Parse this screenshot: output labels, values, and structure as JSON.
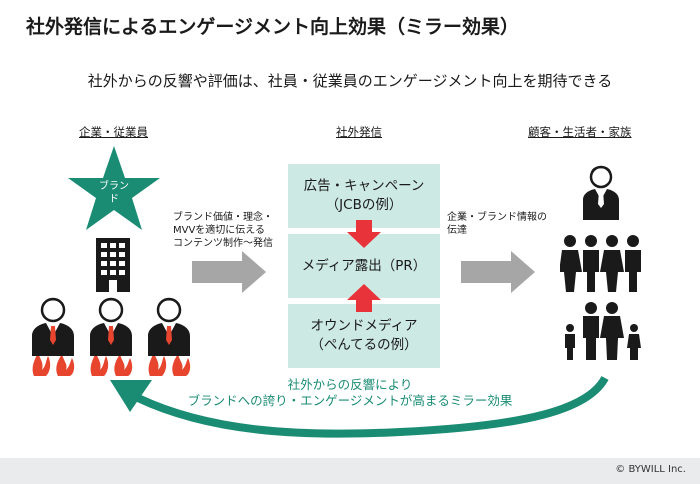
{
  "title": "社外発信によるエンゲージメント向上効果（ミラー効果）",
  "subtitle": "社外からの反響や評価は、社員・従業員のエンゲージメント向上を期待できる",
  "columns": {
    "left": "企業・従業員",
    "center": "社外発信",
    "right": "顧客・生活者・家族"
  },
  "star_label": "ブラン\nド",
  "left_arrow_label": "ブランド価値・理念・\nMVVを適切に伝える\nコンテンツ制作～発信",
  "right_arrow_label": "企業・ブランド情報の\n伝達",
  "boxes": {
    "top": "広告・キャンペーン\n（JCBの例）",
    "middle": "メディア露出（PR）",
    "bottom": "オウンドメディア\n（ぺんてるの例）"
  },
  "mirror_text": {
    "line1": "社外からの反響により",
    "line2": "ブランドへの誇り・エンゲージメントが高まるミラー効果"
  },
  "copyright": "© BYWILL Inc.",
  "colors": {
    "accent_green": "#1a8c74",
    "box_fill": "#cde9e3",
    "arrow_red": "#e8333a",
    "arrow_gray": "#a6a6a6",
    "flame": "#e8452f"
  },
  "icons": [
    "star-icon",
    "building-icon",
    "employee-icon",
    "person-icon",
    "group-icon",
    "family-icon"
  ]
}
